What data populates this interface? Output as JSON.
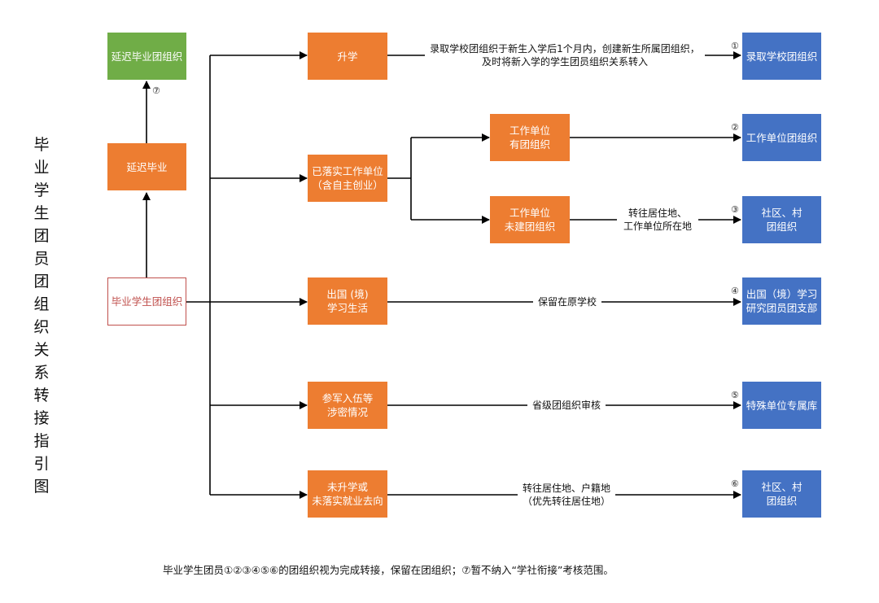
{
  "title": "毕业学生团员团组织关系转接指引图",
  "colors": {
    "green": "#70ad47",
    "orange": "#ed7d31",
    "blue": "#4472c4",
    "start_border": "#c0504d"
  },
  "nodes": {
    "start": "毕业学生团组织",
    "delay": "延迟毕业",
    "delay_org": "延迟毕业团组织",
    "further_study": "升学",
    "employed": "已落实工作单位\n（含自主创业）",
    "employer_has_org": "工作单位\n有团组织",
    "employer_no_org": "工作单位\n未建团组织",
    "abroad": "出国 (境)\n学习生活",
    "military": "参军入伍等\n涉密情况",
    "none": "未升学或\n未落实就业去向",
    "dest_school": "录取学校团组织",
    "dest_employer": "工作单位团组织",
    "dest_community_1": "社区、村\n团组织",
    "dest_abroad": "出国（境）学习\n研究团员团支部",
    "dest_special": "特殊单位专属库",
    "dest_community_2": "社区、村\n团组织"
  },
  "edge_labels": {
    "further_study": "录取学校团组织于新生入学后1个月内，创建新生所属团组织，\n及时将新入学的学生团员组织关系转入",
    "employer_no_org": "转往居住地、\n工作单位所在地",
    "abroad": "保留在原学校",
    "military": "省级团组织审核",
    "none": "转往居住地、户籍地\n（优先转往居住地）"
  },
  "markers": [
    "①",
    "②",
    "③",
    "④",
    "⑤",
    "⑥",
    "⑦"
  ],
  "footer": "毕业学生团员①②③④⑤⑥的团组织视为完成转接，保留在团组织；⑦暂不纳入“学社衔接”考核范围。"
}
